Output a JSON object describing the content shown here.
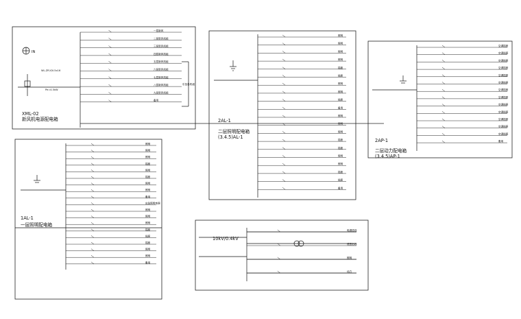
{
  "diagram": {
    "panels": [
      {
        "id": "xml02",
        "lines": [
          "XML-02",
          "新风机电源配电箱"
        ],
        "ground_label": "IN",
        "incoming": "WL-ZR-YJV-5x16",
        "breaker": "Pe=4.5kW",
        "side_note": "引至各机组",
        "circuits": [
          "一层新风",
          "二层新风机组",
          "三层新风机组",
          "四层新风机组",
          "五层新风机组",
          "六层新风机组",
          "七层新风机组",
          "八层新风机组",
          "九层新风机组",
          "备用"
        ],
        "last_row": "备 用"
      },
      {
        "id": "2al1",
        "lines": [
          "2AL-1",
          "二层照明配电箱",
          "(3.4.5)AL-1"
        ],
        "circuits": [
          "照明",
          "照明",
          "照明",
          "照明",
          "插座",
          "插座",
          "照明",
          "照明",
          "插座",
          "备用",
          "照明",
          "照明",
          "照明",
          "插座",
          "插座",
          "照明",
          "照明",
          "插座",
          "插座",
          "备用"
        ]
      },
      {
        "id": "2ap1",
        "lines": [
          "2AP-1",
          "二层动力配电箱",
          "(3.4.5)AP-1"
        ],
        "circuits": [
          "空调插座",
          "空调插座",
          "空调插座",
          "空调插座",
          "空调插座",
          "空调插座",
          "空调插座",
          "空调插座",
          "空调插座",
          "空调插座",
          "空调插座",
          "空调插座",
          "空调插座",
          "备用"
        ],
        "last_row": "备 用"
      },
      {
        "id": "1al1",
        "lines": [
          "1AL-1",
          "一层照明配电箱"
        ],
        "circuits": [
          "照明",
          "照明",
          "照明",
          "插座",
          "照明",
          "插座",
          "照明",
          "照明",
          "备用",
          "应急照明电源",
          "照明",
          "照明",
          "照明",
          "插座",
          "插座",
          "插座",
          "照明",
          "照明",
          "备用"
        ]
      },
      {
        "id": "tx",
        "lines": [
          "10kV/0.4kV"
        ],
        "circuits": [
          "电源进线",
          "低压出线",
          "照明",
          "动力"
        ]
      }
    ]
  }
}
